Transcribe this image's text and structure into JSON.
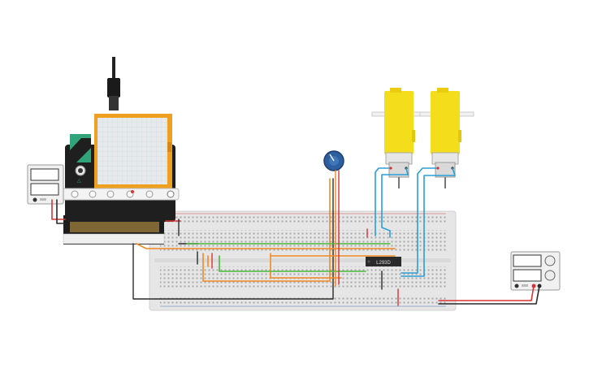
{
  "circuit": {
    "chip_label": "L293D",
    "colors": {
      "breadboard": "#e4e4e4",
      "wire_orange": "#f08a24",
      "wire_green": "#4cba3c",
      "wire_blue": "#2a9fd8",
      "wire_red": "#d83434",
      "wire_black": "#2a2a2a",
      "motor_yellow": "#f4dd1a",
      "microbit_orange": "#f0a020",
      "microbit_teal": "#2fa37a",
      "pot_blue": "#2d5e9e"
    },
    "components": [
      "power-supply-left",
      "microbit",
      "usb-cable",
      "breadboard",
      "potentiometer",
      "dc-motor-1",
      "dc-motor-2",
      "l293d-chip",
      "power-supply-right"
    ]
  }
}
